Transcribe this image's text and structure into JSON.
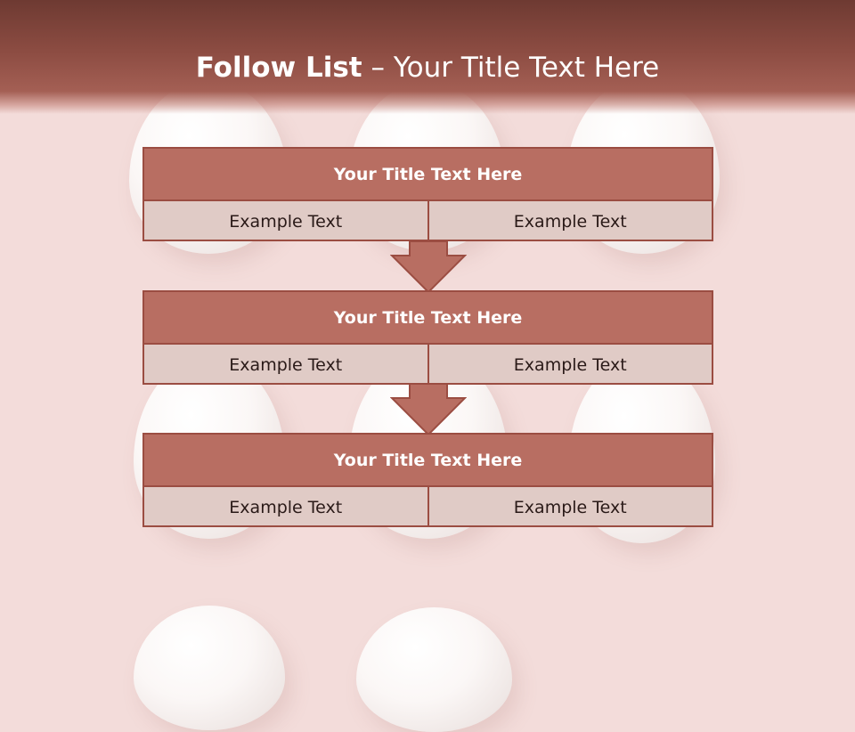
{
  "slide": {
    "title_bold": "Follow List",
    "title_rest": " – Your Title Text Here"
  },
  "cards": [
    {
      "header": "Your Title Text Here",
      "left": "Example Text",
      "right": "Example Text"
    },
    {
      "header": "Your Title Text Here",
      "left": "Example Text",
      "right": "Example Text"
    },
    {
      "header": "Your Title Text Here",
      "left": "Example Text",
      "right": "Example Text"
    }
  ],
  "colors": {
    "background": "#f3dcda",
    "header_band": "#8c4c42",
    "card_header": "#b86e62",
    "card_body": "#e0cbc6",
    "border": "#9b4d42",
    "arrow_fill": "#b86e62"
  }
}
